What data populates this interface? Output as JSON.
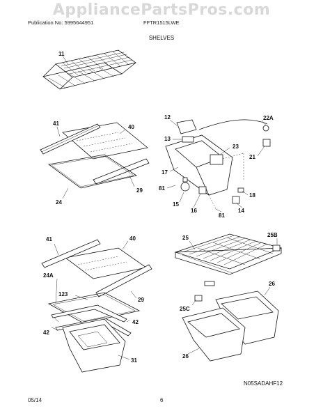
{
  "watermark": "AppliancePartsPros.com",
  "header": {
    "publication": "Publication No: 5995644951",
    "model": "FFTR1515LWE",
    "section": "SHELVES"
  },
  "diagram_code": "N05SADAHF12",
  "footer": {
    "date": "05/14",
    "page": "6"
  },
  "callouts": {
    "p11": "11",
    "p41a": "41",
    "p40a": "40",
    "p29a": "29",
    "p24": "24",
    "p12": "12",
    "p22a": "22A",
    "p13": "13",
    "p23": "23",
    "p21": "21",
    "p17": "17",
    "p18": "18",
    "p81a": "81",
    "p15": "15",
    "p16": "16",
    "p14": "14",
    "p81b": "81",
    "p41b": "41",
    "p40b": "40",
    "p24a": "24A",
    "p123": "123",
    "p29b": "29",
    "p42a": "42",
    "p42b": "42",
    "p31": "31",
    "p25": "25",
    "p25b": "25B",
    "p26a": "26",
    "p25c": "25C",
    "p26b": "26"
  }
}
